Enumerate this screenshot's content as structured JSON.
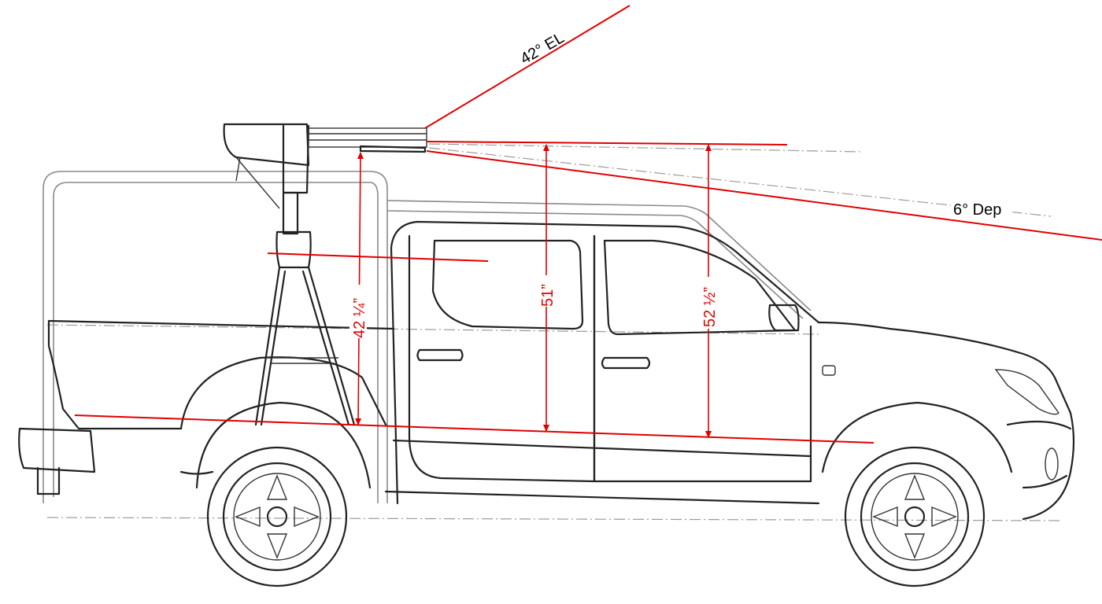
{
  "labels": {
    "elevation": "42° EL",
    "depression": "6° Dep",
    "height_front": "51”",
    "height_rear": "42 ¼”",
    "height_cab": "52 ½”"
  },
  "colors": {
    "annotation": "#e00000",
    "drawing": "#222222",
    "text": "#000000",
    "background": "#ffffff"
  }
}
